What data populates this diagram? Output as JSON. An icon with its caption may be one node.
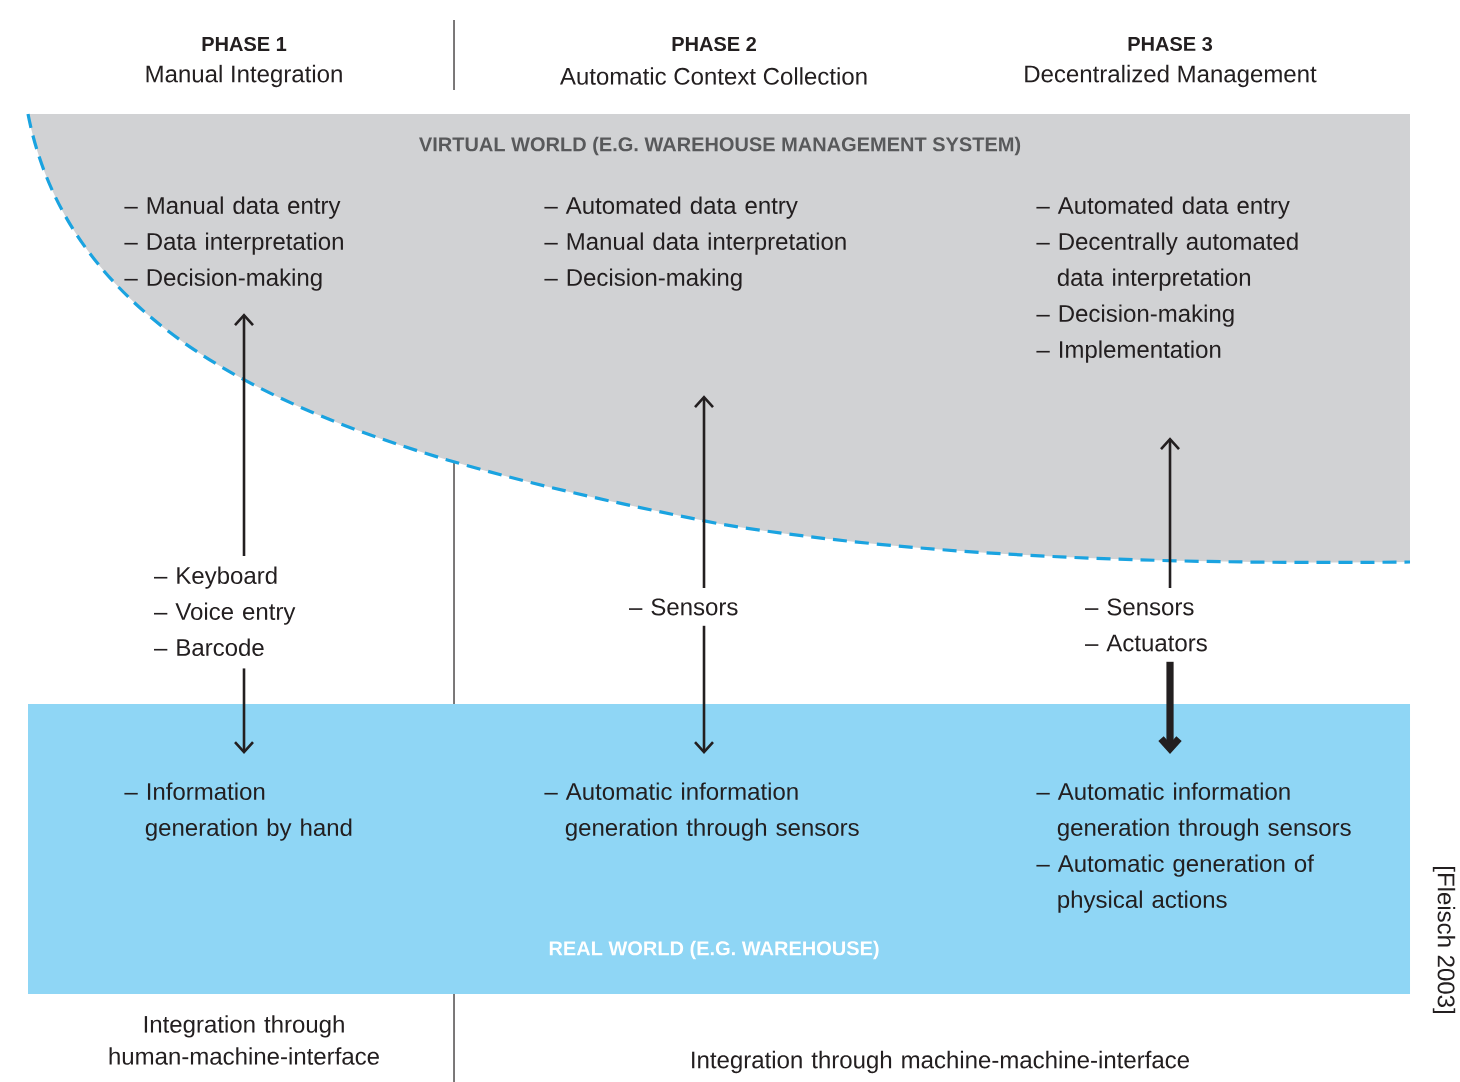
{
  "diagram": {
    "nodes": [
      {
        "text": [
          "VIRTUAL WORLD (E.G. WAREHOUSE MANAGEMENT SYSTEM)"
        ]
      },
      {
        "text": [
          "– Manual data entry",
          "– Data interpretation",
          "– Decision-making"
        ],
        "in": 0
      },
      {
        "text": [
          "– Automated data entry",
          "– Manual data interpretation",
          "– Decision-making"
        ],
        "in": 0
      },
      {
        "text": [
          "– Automated data entry",
          "– Decentrally automated data interpretation",
          "– Decision-making",
          "– Implementation"
        ],
        "in": 0
      },
      {
        "text": [
          "– Keyboard",
          "– Voice entry",
          "– Barcode"
        ]
      },
      {
        "text": [
          "– Sensors"
        ]
      },
      {
        "text": [
          "– Sensors",
          "– Actuators"
        ]
      },
      {
        "text": [
          "REAL WORLD (E.G. WAREHOUSE)"
        ]
      },
      {
        "text": [
          "– Information generation by hand"
        ],
        "in": 7
      },
      {
        "text": [
          "– Automatic information generation through sensors"
        ],
        "in": 7
      },
      {
        "text": [
          "– Automatic information generation through sensors",
          "– Automatic generation of physical actions"
        ],
        "in": 7
      }
    ],
    "edges": [
      {
        "from": 4,
        "to": 1,
        "arrow": "to"
      },
      {
        "from": 4,
        "to": 8,
        "arrow": "to"
      },
      {
        "from": 5,
        "to": 2,
        "arrow": "to"
      },
      {
        "from": 5,
        "to": 9,
        "arrow": "to"
      },
      {
        "from": 6,
        "to": 3,
        "arrow": "to"
      },
      {
        "from": 6,
        "to": 10,
        "arrow": "to",
        "style": "thick"
      }
    ],
    "labels": [
      "PHASE 1",
      "Manual Integration",
      "PHASE 2",
      "Automatic Context Collection",
      "PHASE 3",
      "Decentralized Management",
      "Integration through human-machine-interface",
      "Integration through machine-machine-interface",
      "[Fleisch 2003]"
    ]
  }
}
